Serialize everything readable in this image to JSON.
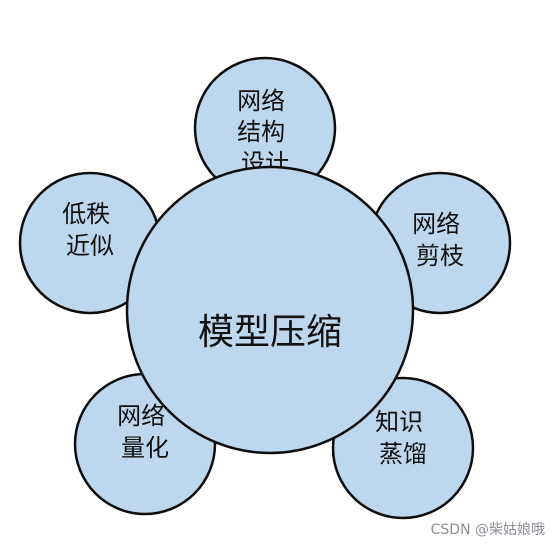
{
  "diagram": {
    "center": {
      "label": "模型压缩"
    },
    "satellites": [
      {
        "id": "network-design",
        "lines": [
          "网络",
          "结构",
          "设计"
        ]
      },
      {
        "id": "network-pruning",
        "lines": [
          "网络",
          "剪枝"
        ]
      },
      {
        "id": "knowledge-distillation",
        "lines": [
          "知识",
          "蒸馏"
        ]
      },
      {
        "id": "network-quantization",
        "lines": [
          "网络",
          "量化"
        ]
      },
      {
        "id": "low-rank-approximation",
        "lines": [
          "低秩",
          "近似"
        ]
      }
    ],
    "colors": {
      "fill": "#bdd7ee",
      "stroke": "#0d0d0d",
      "text": "#111111"
    }
  },
  "watermark": {
    "text": "CSDN @柴姑娘哦"
  }
}
